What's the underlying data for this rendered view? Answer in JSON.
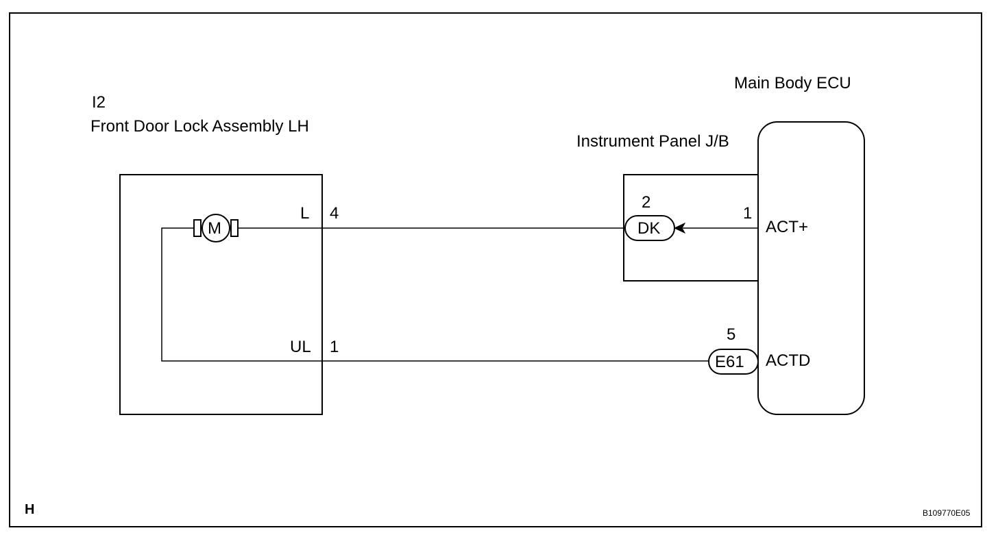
{
  "frame_code": "H",
  "figure_id": "B109770E05",
  "door_lock": {
    "connector_id": "I2",
    "name": "Front Door Lock Assembly LH",
    "motor_label": "M",
    "pins": [
      {
        "pin": "4",
        "signal": "L"
      },
      {
        "pin": "1",
        "signal": "UL"
      }
    ]
  },
  "junction_block": {
    "name": "Instrument Panel J/B",
    "connector": "DK",
    "connector_pin": "2",
    "ecu_pin": "1"
  },
  "ecu": {
    "name": "Main Body ECU",
    "terminals": [
      {
        "name": "ACT+",
        "pin": "1"
      },
      {
        "name": "ACTD",
        "pin": "5",
        "connector": "E61"
      }
    ]
  }
}
